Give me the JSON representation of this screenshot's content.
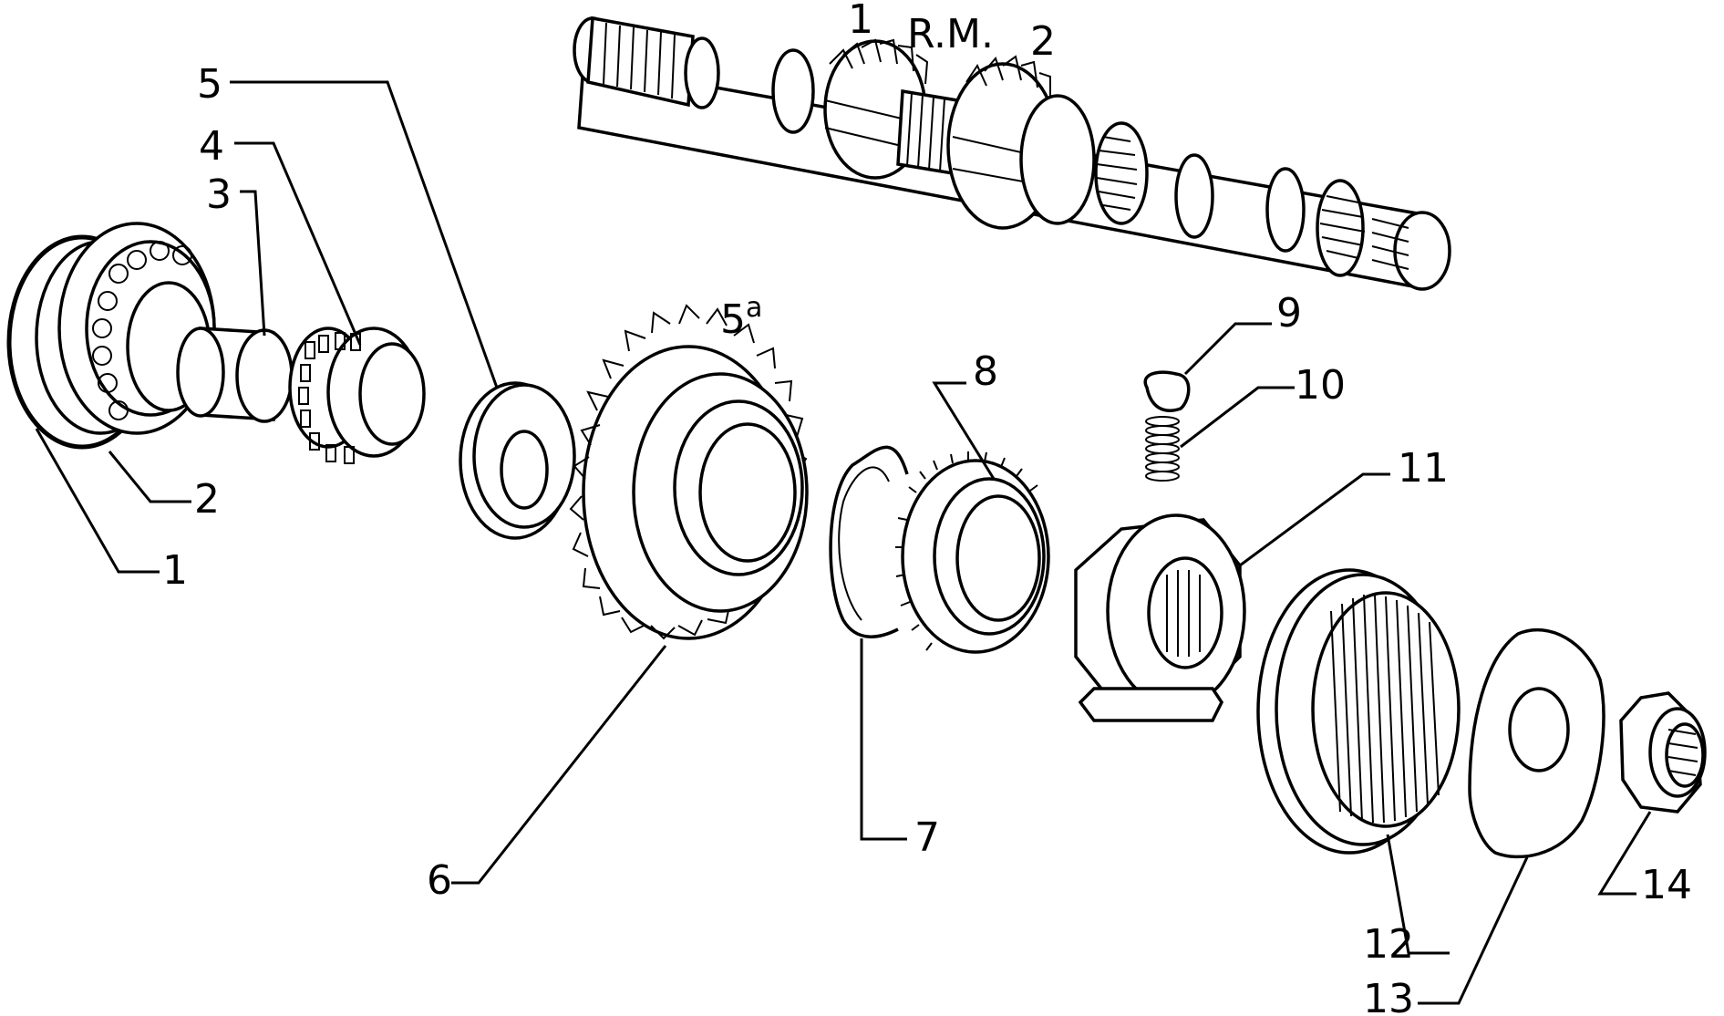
{
  "shaft_labels": {
    "gear_1": "1",
    "reverse": "R.M.",
    "gear_2": "2"
  },
  "gear_label": "5",
  "gear_label_sup": "a",
  "callouts": {
    "c1": "1",
    "c2": "2",
    "c3": "3",
    "c4": "4",
    "c5": "5",
    "c6": "6",
    "c7": "7",
    "c8": "8",
    "c9": "9",
    "c10": "10",
    "c11": "11",
    "c12": "12",
    "c13": "13",
    "c14": "14"
  }
}
